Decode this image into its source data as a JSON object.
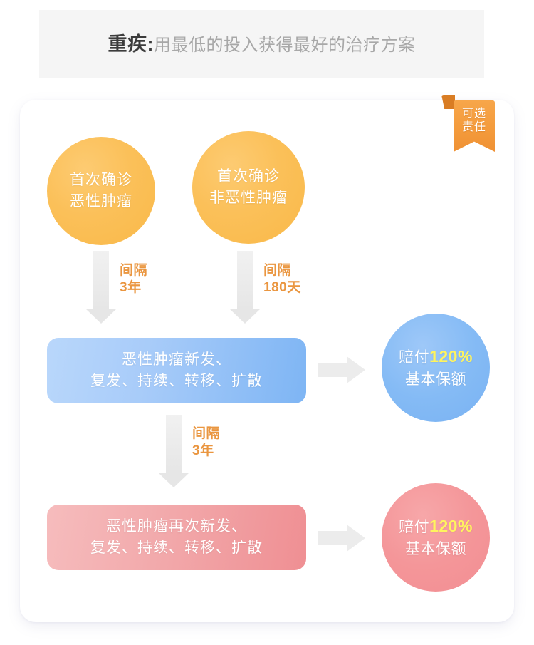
{
  "header": {
    "title_strong": "重疾:",
    "title_sub": "用最低的投入获得最好的治疗方案"
  },
  "badge": {
    "line1": "可选",
    "line2": "责任"
  },
  "flow": {
    "top_nodes": [
      {
        "line1": "首次确诊",
        "line2": "恶性肿瘤"
      },
      {
        "line1": "首次确诊",
        "line2": "非恶性肿瘤"
      }
    ],
    "intervals": [
      {
        "label": "间隔",
        "value": "3年"
      },
      {
        "label": "间隔",
        "value": "180天"
      },
      {
        "label": "间隔",
        "value": "3年"
      }
    ],
    "condition_blue": {
      "line1": "恶性肿瘤新发、",
      "line2": "复发、持续、转移、扩散"
    },
    "condition_pink": {
      "line1": "恶性肿瘤再次新发、",
      "line2": "复发、持续、转移、扩散"
    },
    "payout_blue": {
      "prefix": "赔付",
      "percent": "120%",
      "line2": "基本保额"
    },
    "payout_pink": {
      "prefix": "赔付",
      "percent": "120%",
      "line2": "基本保额"
    }
  },
  "colors": {
    "page_background": "#ffffff",
    "header_background": "#f5f5f5",
    "header_strong_text": "#3c3c3c",
    "header_sub_text": "#a8a8a8",
    "badge_orange": "#f49b3c",
    "badge_fold": "#d97d24",
    "circle_orange": "#fbc059",
    "interval_orange": "#ea9640",
    "pill_blue": "#a7cbf9",
    "pill_pink": "#f2a9ab",
    "payout_circle_blue": "#85bbf5",
    "payout_circle_pink": "#f49699",
    "percent_yellow": "#fff45e",
    "arrow_gray": "#ececec"
  }
}
